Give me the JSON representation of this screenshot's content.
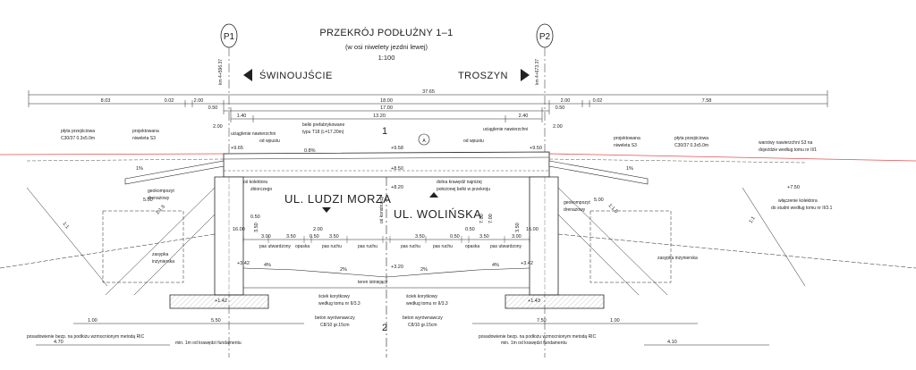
{
  "drawing": {
    "title": "PRZEKRÓJ PODŁUŻNY 1–1",
    "subtitle": "(w osi niwelety jezdni lewej)",
    "scale": "1:100"
  },
  "supports": {
    "left": {
      "name": "P1",
      "km": "km 4+596.37"
    },
    "right": {
      "name": "P2",
      "km": "km 4+673.37"
    }
  },
  "directions": {
    "left": "ŚWINOUJŚCIE",
    "right": "TROSZYN"
  },
  "streets": {
    "left": "UL. LUDZI MORZA",
    "right": "UL. WOLIŃSKA"
  },
  "marker_a": "A",
  "section_marks": {
    "top": "1",
    "bottom": "2"
  },
  "dimensions": {
    "overall": "37.65",
    "row2": [
      "8.03",
      "0.02",
      "2.00",
      "18.00",
      "2.00",
      "0.02",
      "7.58"
    ],
    "row3": [
      "0.50",
      "17.00",
      "0.50"
    ],
    "row4": [
      "1.40",
      "13.20",
      "2.40"
    ],
    "piers_top": [
      "2.00",
      "2.00"
    ],
    "lower_left": [
      "1.00",
      "5.50"
    ],
    "lower_right": [
      "1.00",
      "7.50"
    ],
    "bottom_left": "4.70",
    "bottom_right": "4.10",
    "road": [
      "3.00",
      "3.50",
      "0.50",
      "3.50",
      "0.50",
      "3.50",
      "3.50",
      "3.00"
    ],
    "spans": [
      "16.00",
      "16.00"
    ],
    "road_side": [
      "5.00",
      "5.00"
    ],
    "heights": [
      "3.50",
      "3.50",
      "7.00",
      "7.00"
    ],
    "misc_small": [
      "0.50",
      "2.00",
      "0.50"
    ]
  },
  "levels": {
    "top_left": "+9.65",
    "top_right": "+9.50",
    "top_mid": "+9.58",
    "mid": "+8.50",
    "mid2": "+8.20",
    "right_far": "+7.50",
    "low_left": "+3.42",
    "low_right": "+3.42",
    "low_mid": "+3.20",
    "found_left": "+1.42",
    "found_right": "+1.43"
  },
  "slopes": {
    "deck": "0.8%",
    "left": "1:1.5",
    "right": "1:1.5",
    "far_left": "1:1",
    "far_right": "1:1",
    "road_left": "2%",
    "road_right": "2%",
    "sidewalk_left": "4%",
    "sidewalk_right": "4%",
    "top_small_left": "1%",
    "top_small_right": "1%"
  },
  "labels": {
    "plyta_left": [
      "płyta przejściowa",
      "C30/37 0.3x5.0m"
    ],
    "projektowana_left": [
      "projektowana",
      "niweleta S3"
    ],
    "uciaglenie_left": [
      "uciąglenie nawierzchni",
      "od wpustu"
    ],
    "belki": [
      "belki prefabrykowane",
      "typu T18 (L=17.20m)"
    ],
    "uciaglenie_right": [
      "uciąglenie nawierzchni"
    ],
    "od_wpustu_right": "od wpustu",
    "projektowana_right": [
      "projektowana",
      "niweleta S3"
    ],
    "plyta_right": [
      "płyta przejściowa",
      "C30/37 0.3x5.0m"
    ],
    "warstwy": [
      "warstwy nawierzchni S3 na",
      "dojeździe według tomu nr II/1"
    ],
    "os_kolektora": [
      "oś kolektora",
      "zbiorczego"
    ],
    "geokompozyt_left": [
      "geokompozyt",
      "drenażowy"
    ],
    "konstrukcji": [
      "oś konstrukcji"
    ],
    "dolna_krawedz": [
      "dolna krawędź najniżej",
      "położonej belki w przekroju"
    ],
    "geokompozyt_right": [
      "geokompozyt",
      "drenażowy"
    ],
    "wlaczenie": [
      "włączenie kolektora",
      "do studni według tomu nr II/3.1"
    ],
    "zasypka_left": [
      "zasypka",
      "inżynierska"
    ],
    "zasypka_right": "zasypka inżynierska",
    "pas_utw_l": "pas utwardzony",
    "opaska_l": "opaska",
    "pas_ruchu_1": "pas ruchu",
    "pas_ruchu_2": "pas ruchu",
    "pas_ruchu_3": "pas ruchu",
    "pas_ruchu_4": "pas ruchu",
    "opaska_r": "opaska",
    "pas_utw_r": "pas utwardzony",
    "teren": "teren istniejący",
    "scieki_left": [
      "ściek korytkowy",
      "według tomu nr II/3.3"
    ],
    "scieki_right": [
      "ściek korytkowy",
      "według tomu nr II/3.3"
    ],
    "beton_left": [
      "beton wyrównawczy",
      "C8/10 gr.15cm"
    ],
    "beton_right": [
      "beton wyrównawczy",
      "C8/10 gr.15cm"
    ],
    "posadowienie_left": [
      "posadowienie bezp. na podłożu wzmocnionym metodą RIC",
      "min. 1m od krawędzi fundamentu"
    ],
    "posadowienie_right": [
      "posadowienie bezp. na podłożu wzmocnionym metodą RIC",
      "min. 1m od krawędzi fundamentu"
    ]
  },
  "colors": {
    "line": "#222222",
    "red_line": "#e05050",
    "hatch": "#888888"
  }
}
